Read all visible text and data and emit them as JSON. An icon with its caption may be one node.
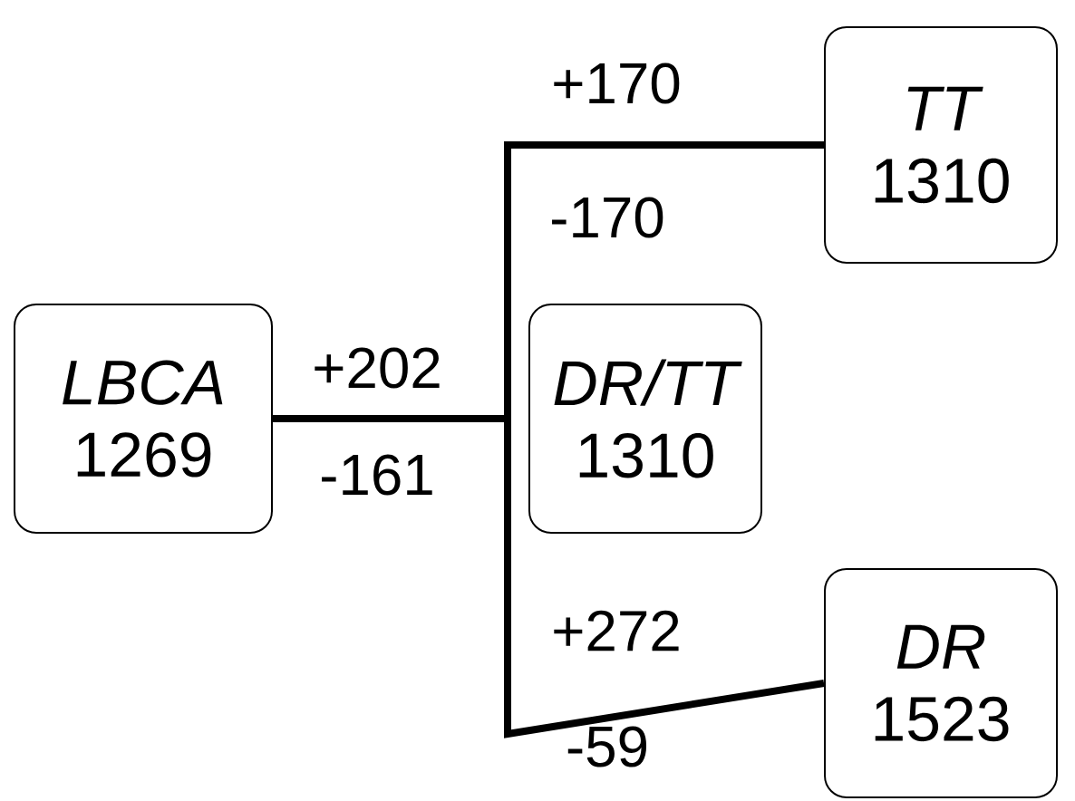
{
  "diagram": {
    "nodes": [
      {
        "text": [
          "LBCA",
          "1269"
        ]
      },
      {
        "text": [
          "DR/TT",
          "1310"
        ]
      },
      {
        "text": [
          "TT",
          "1310"
        ]
      },
      {
        "text": [
          "DR",
          "1523"
        ]
      }
    ],
    "edges": [
      {
        "from": 0,
        "to": 2,
        "arrow": "none",
        "label": "+170"
      },
      {
        "from": 0,
        "to": 3,
        "arrow": "none",
        "label": "+272"
      }
    ],
    "labels": [
      "+202",
      "-161",
      "-170",
      "-59"
    ]
  }
}
